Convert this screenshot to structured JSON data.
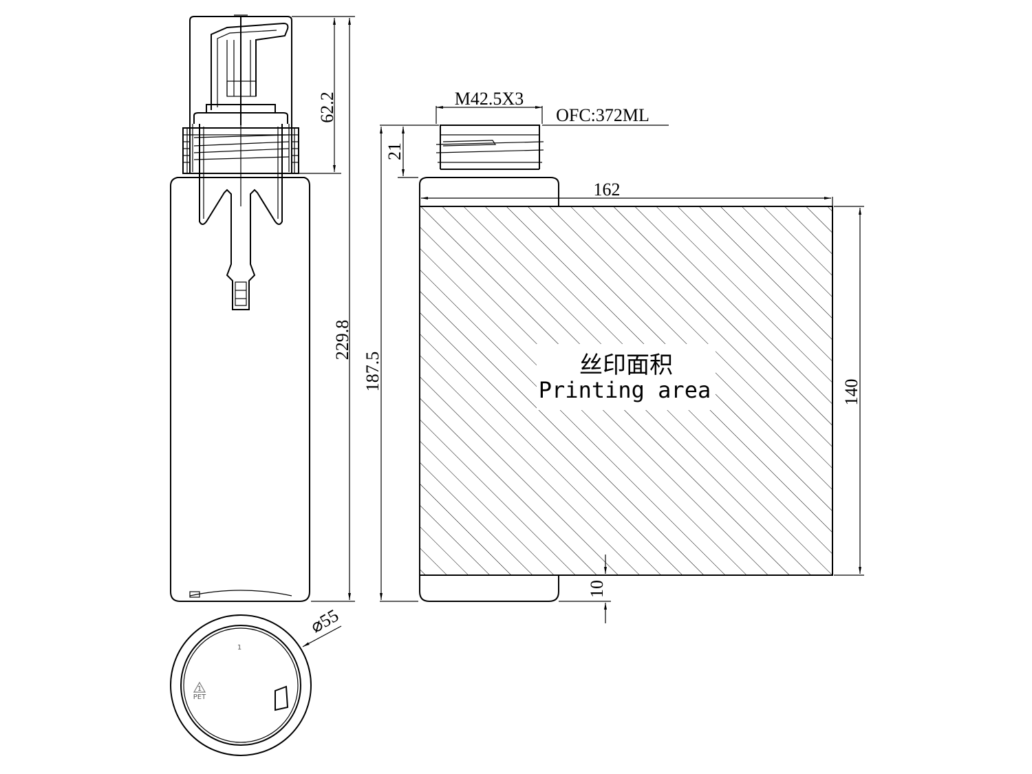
{
  "dimensions": {
    "cap_height": "62.2",
    "total_height": "229.8",
    "body_height": "187.5",
    "neck_height": "21",
    "thread": "M42.5X3",
    "capacity": "OFC:372ML",
    "print_width": "162",
    "print_height": "140",
    "bottom_margin": "10",
    "diameter": "55"
  },
  "printing_area": {
    "label_cn": "丝印面积",
    "label_en": "Printing area"
  },
  "base_marks": {
    "mold_number": "1",
    "recycle_code": "1",
    "material": "PET"
  }
}
